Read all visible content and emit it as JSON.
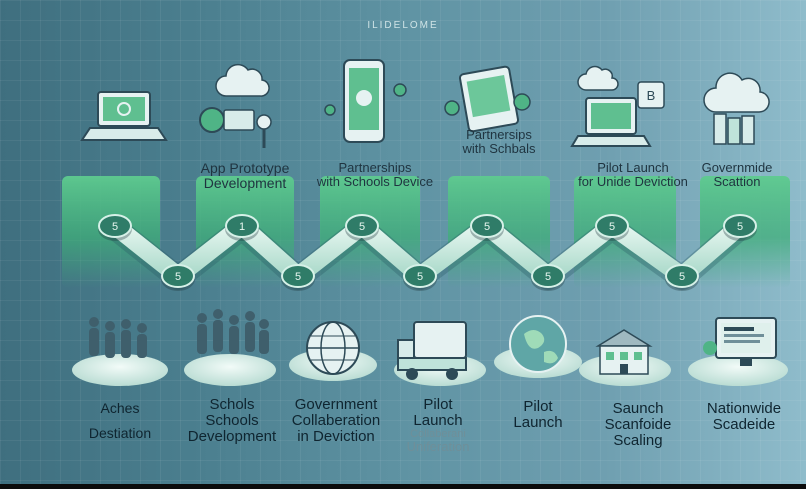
{
  "header": {
    "title": "ILIDELOME"
  },
  "top_labels": [
    {
      "lines": [
        "App Prototype",
        "Development"
      ]
    },
    {
      "lines": [
        "Partnerships",
        "with Schools Device"
      ]
    },
    {
      "lines": [
        "Partnersips",
        "with Schbals"
      ]
    },
    {
      "lines": [
        "Pilot Launch",
        "for Unide Deviction"
      ]
    },
    {
      "lines": [
        "Governmide",
        "Scattion"
      ]
    }
  ],
  "bottom_labels": [
    {
      "lines": [
        "Aches",
        "Destiation"
      ]
    },
    {
      "lines": [
        "Schols",
        "Schools",
        "Development"
      ]
    },
    {
      "lines": [
        "Government",
        "Collaberation",
        "in  Deviction"
      ]
    },
    {
      "lines": [
        "Pilot",
        "Launch",
        "Collaberani",
        "Uniferation"
      ]
    },
    {
      "lines": [
        "Pilot",
        "Launch"
      ]
    },
    {
      "lines": [
        "Saunch",
        "Scanfoide",
        "Scaling"
      ]
    },
    {
      "lines": [
        "Nationwide",
        "Scadeide"
      ]
    }
  ],
  "upper_nodes": [
    {
      "label": "5"
    },
    {
      "label": "1"
    },
    {
      "label": "5"
    },
    {
      "label": "5"
    },
    {
      "label": "5"
    },
    {
      "label": "5"
    }
  ],
  "lower_nodes": [
    {
      "label": "5"
    },
    {
      "label": "5"
    },
    {
      "label": "5"
    },
    {
      "label": "5"
    },
    {
      "label": "5"
    }
  ],
  "icons": {
    "top": [
      "laptop-icon",
      "gears-cloud-icon",
      "smartphone-icon",
      "tablet-icon",
      "laptop-b-icon",
      "cloud-server-icon"
    ],
    "bottom": [
      "people-group-icon",
      "people-crowd-icon",
      "globe-icon",
      "delivery-truck-icon",
      "world-globe-icon",
      "school-building-icon",
      "monitor-icon"
    ]
  },
  "colors": {
    "node_fill": "#2f7c68",
    "node_stroke": "#d6f1e8",
    "band": "#bfe3da",
    "pillar": "#3fb07a",
    "platform": "#dff0ec"
  }
}
